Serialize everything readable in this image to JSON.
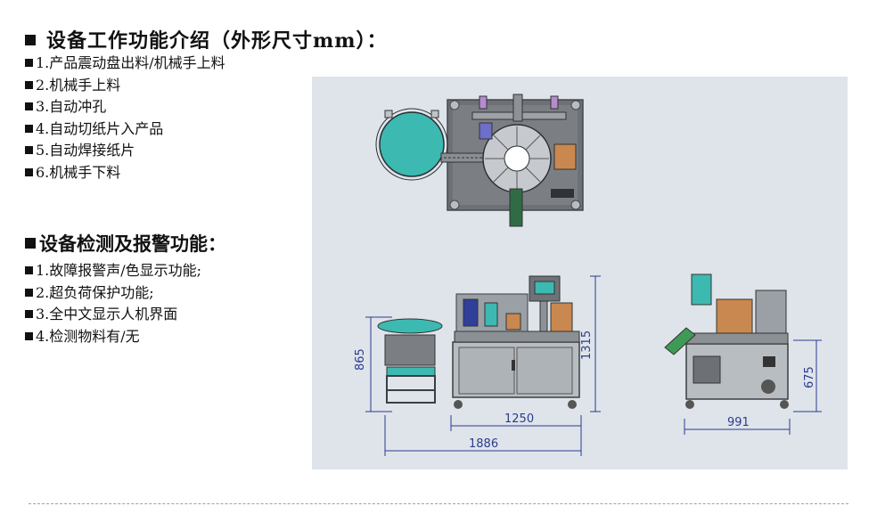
{
  "title": "设备工作功能介绍（外形尺寸mm）：",
  "functions": [
    "1.产品震动盘出料/机械手上料",
    "2.机械手上料",
    "3.自动冲孔",
    "4.自动切纸片入产品",
    "5.自动焊接纸片",
    "6.机械手下料"
  ],
  "detection_title": "设备检测及报警功能：",
  "detection": [
    "1.故障报警声/色显示功能;",
    "2.超负荷保护功能;",
    "3.全中文显示人机界面",
    "4.检测物料有/无"
  ],
  "dimensions": {
    "feeder_height": "865",
    "machine_height": "1315",
    "machine_width": "1250",
    "total_length": "1886",
    "side_height": "675",
    "side_width": "991"
  },
  "colors": {
    "drawing_bg": "#dfe4ea",
    "dimension": "#2a3c8f",
    "bowl": "#3cb9b1",
    "frame": "#9aa0a6"
  }
}
